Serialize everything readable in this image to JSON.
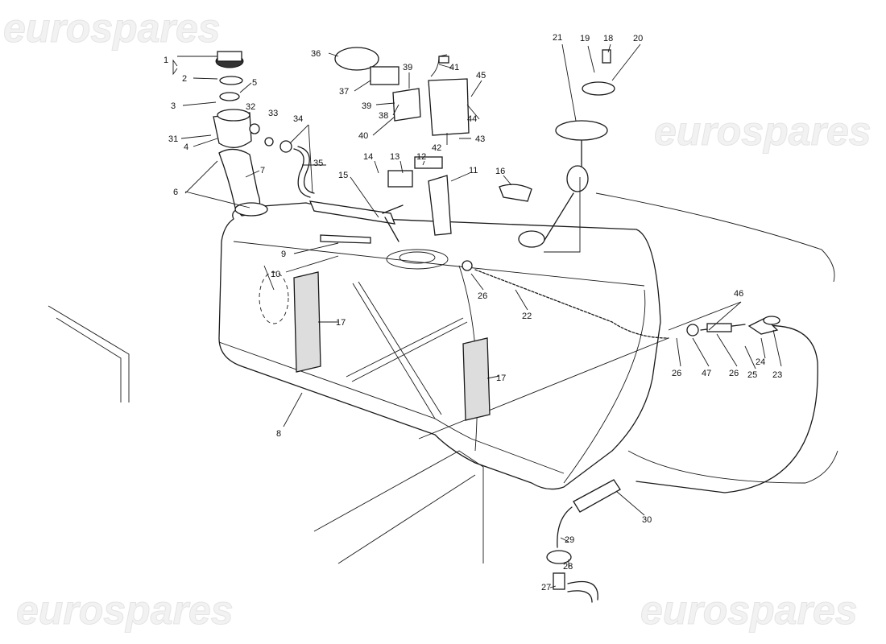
{
  "watermark": "eurospares",
  "labels": [
    "1",
    "2",
    "3",
    "5",
    "31",
    "32",
    "33",
    "34",
    "4",
    "7",
    "6",
    "35",
    "36",
    "37",
    "39",
    "39",
    "38",
    "41",
    "45",
    "44",
    "40",
    "42",
    "43",
    "14",
    "13",
    "12",
    "11",
    "16",
    "15",
    "21",
    "19",
    "18",
    "20",
    "9",
    "10",
    "26",
    "22",
    "17",
    "17",
    "8",
    "46",
    "26",
    "47",
    "26",
    "25",
    "24",
    "23",
    "30",
    "29",
    "28",
    "27"
  ]
}
